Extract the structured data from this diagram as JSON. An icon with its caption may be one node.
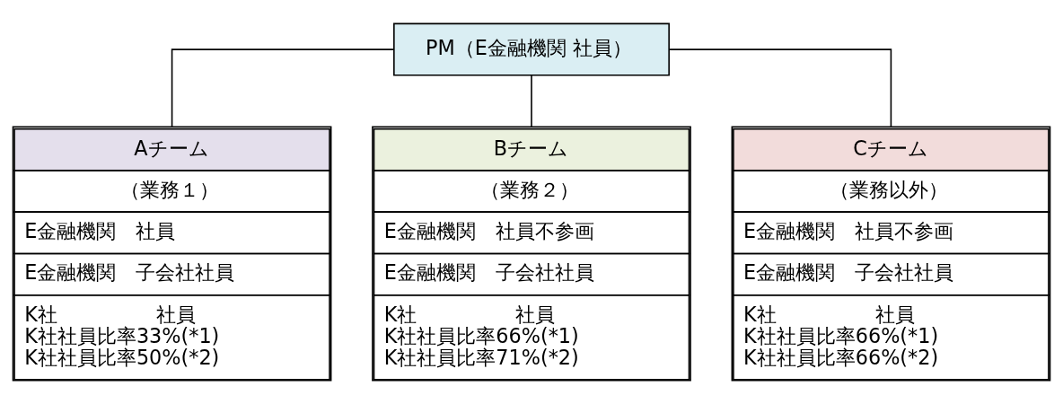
{
  "diagram": {
    "nodes": [
      {
        "text": [
          "PM（E金融機関 社員）"
        ]
      },
      {
        "text": [
          "Aチーム",
          "（業務１）",
          "E金融機関　社員",
          "E金融機関　子会社社員",
          "K社　　　　　社員",
          "K社社員比率33%(*1)",
          "K社社員比率50%(*2)"
        ]
      },
      {
        "text": [
          "Bチーム",
          "（業務２）",
          "E金融機関　社員不参画",
          "E金融機関　子会社社員",
          "K社　　　　　社員",
          "K社社員比率66%(*1)",
          "K社社員比率71%(*2)"
        ]
      },
      {
        "text": [
          "Cチーム",
          "（業務以外）",
          "E金融機関　社員不参画",
          "E金融機関　子会社社員",
          "K社　　　　　社員",
          "K社社員比率66%(*1)",
          "K社社員比率66%(*2)"
        ]
      }
    ],
    "edges": [
      {
        "from": 0,
        "to": 1,
        "arrow": "none"
      },
      {
        "from": 0,
        "to": 2,
        "arrow": "none"
      },
      {
        "from": 0,
        "to": 3,
        "arrow": "none"
      }
    ]
  }
}
